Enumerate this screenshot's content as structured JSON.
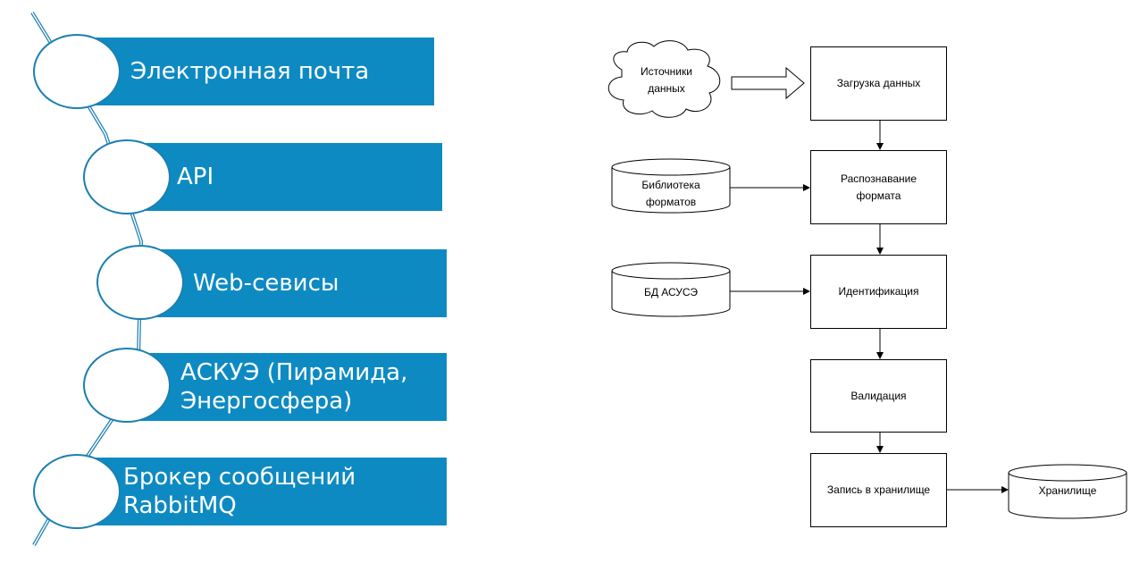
{
  "left_list": {
    "items": [
      {
        "label": "Электронная почта"
      },
      {
        "label": "API"
      },
      {
        "label": "Web-севисы"
      },
      {
        "label": "АСКУЭ (Пирамида,\nЭнергосфера)"
      },
      {
        "label": "Брокер сообщений\nRabbitMQ"
      }
    ]
  },
  "flowchart": {
    "source": "Источники\nданных",
    "steps": [
      "Загрузка данных",
      "Распознавание\nформата",
      "Идентификация",
      "Валидация",
      "Запись в хранилище"
    ],
    "databases": {
      "formats": "Библиотека\nформатов",
      "askue": "БД АСУСЭ",
      "storage": "Хранилище"
    }
  },
  "colors": {
    "band": "#0e8ac3",
    "circle_border": "#1c7fb0",
    "chain": "#1c7fb0"
  }
}
